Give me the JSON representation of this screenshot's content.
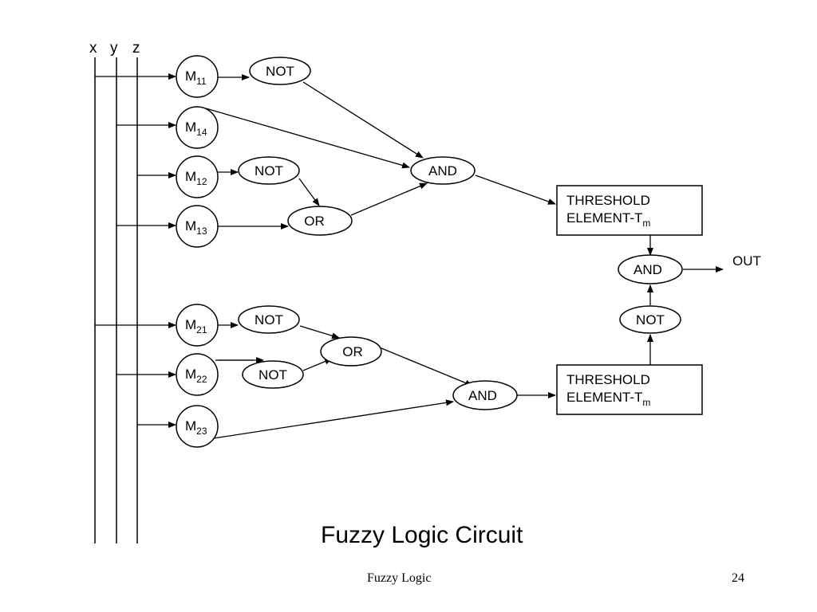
{
  "diagram": {
    "inputs": [
      "x",
      "y",
      "z"
    ],
    "membership": [
      {
        "id": "m11",
        "base": "M",
        "sub": "11"
      },
      {
        "id": "m14",
        "base": "M",
        "sub": "14"
      },
      {
        "id": "m12",
        "base": "M",
        "sub": "12"
      },
      {
        "id": "m13",
        "base": "M",
        "sub": "13"
      },
      {
        "id": "m21",
        "base": "M",
        "sub": "21"
      },
      {
        "id": "m22",
        "base": "M",
        "sub": "22"
      },
      {
        "id": "m23",
        "base": "M",
        "sub": "23"
      }
    ],
    "gates": {
      "not": "NOT",
      "and": "AND",
      "or": "OR"
    },
    "threshold": {
      "line1": "THRESHOLD",
      "line2": "ELEMENT-T",
      "sub": "m"
    },
    "output": "OUT",
    "title": "Fuzzy Logic Circuit"
  },
  "footer": {
    "center": "Fuzzy Logic",
    "page": "24"
  }
}
